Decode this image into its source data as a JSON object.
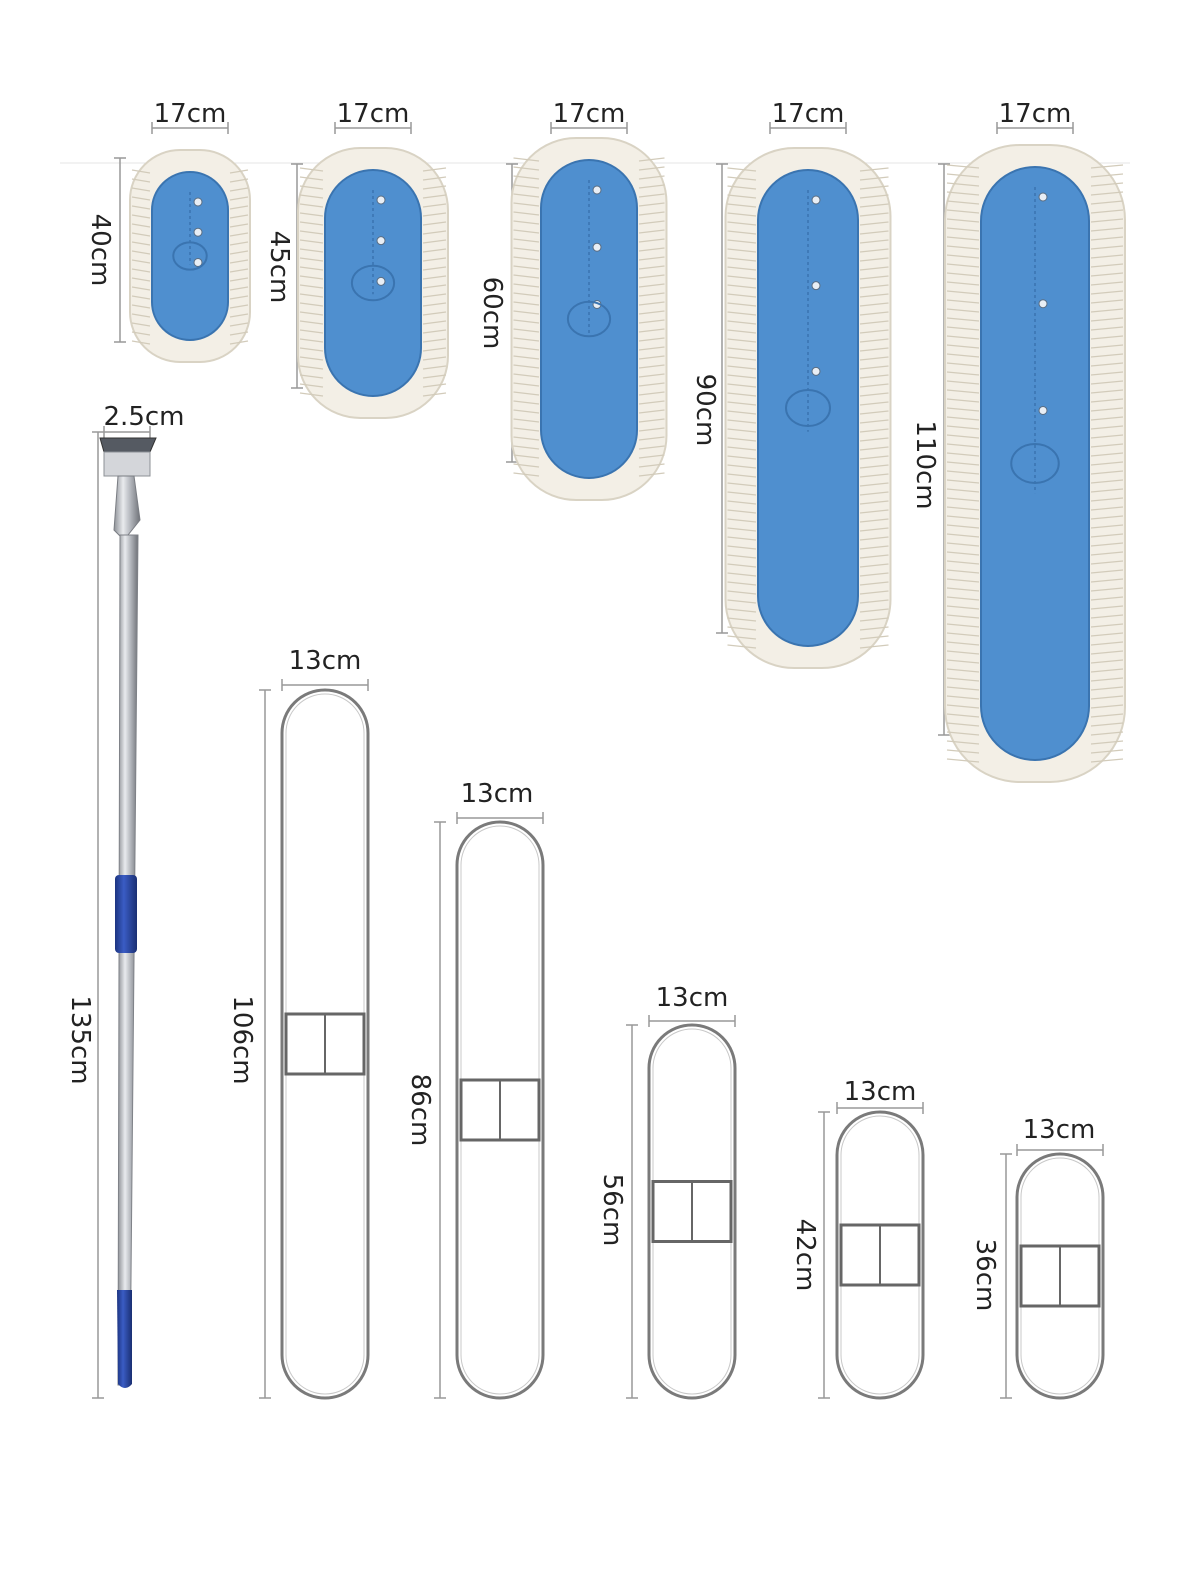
{
  "colors": {
    "pad_blue": "#4f8fcf",
    "pad_blue_dark": "#3a74b0",
    "fringe": "#f3efe6",
    "frame_stroke": "#7a7a7a",
    "dimension_line": "#999999",
    "grip_blue": "#2a4aa8",
    "pole_steel": "#c9ccd1"
  },
  "mop_pads": [
    {
      "width_label": "17cm",
      "length_label": "40cm"
    },
    {
      "width_label": "17cm",
      "length_label": "45cm"
    },
    {
      "width_label": "17cm",
      "length_label": "60cm"
    },
    {
      "width_label": "17cm",
      "length_label": "90cm"
    },
    {
      "width_label": "17cm",
      "length_label": "110cm"
    }
  ],
  "handle": {
    "width_label": "2.5cm",
    "length_label": "135cm"
  },
  "frames": [
    {
      "width_label": "13cm",
      "length_label": "106cm"
    },
    {
      "width_label": "13cm",
      "length_label": "86cm"
    },
    {
      "width_label": "13cm",
      "length_label": "56cm"
    },
    {
      "width_label": "13cm",
      "length_label": "42cm"
    },
    {
      "width_label": "13cm",
      "length_label": "36cm"
    }
  ]
}
